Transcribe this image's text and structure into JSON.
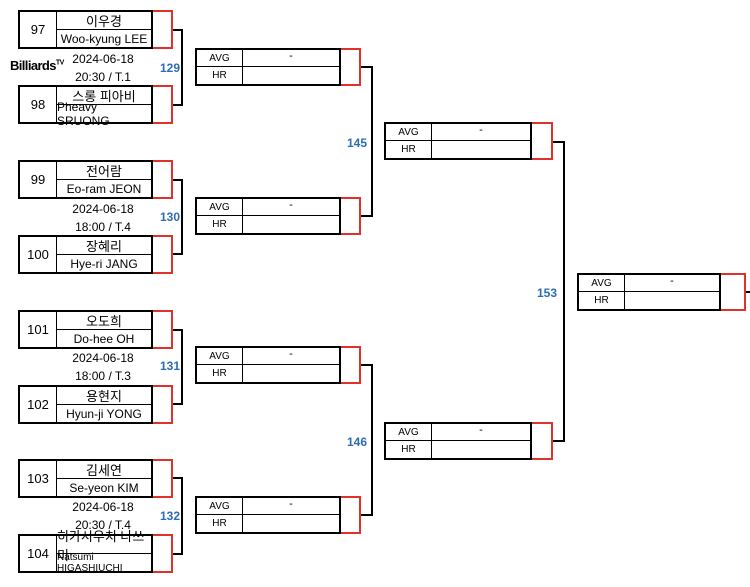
{
  "logo": {
    "text": "Billiards",
    "sup": "TV"
  },
  "labels": {
    "avg": "AVG",
    "hr": "HR"
  },
  "players": [
    {
      "seed": "97",
      "name_ko": "이우경",
      "name_en": "Woo-kyung LEE"
    },
    {
      "seed": "98",
      "name_ko": "스롱 피아비",
      "name_en": "Pheavy SRUONG"
    },
    {
      "seed": "99",
      "name_ko": "전어람",
      "name_en": "Eo-ram JEON"
    },
    {
      "seed": "100",
      "name_ko": "장혜리",
      "name_en": "Hye-ri JANG"
    },
    {
      "seed": "101",
      "name_ko": "오도희",
      "name_en": "Do-hee OH"
    },
    {
      "seed": "102",
      "name_ko": "용현지",
      "name_en": "Hyun-ji YONG"
    },
    {
      "seed": "103",
      "name_ko": "김세연",
      "name_en": "Se-yeon KIM"
    },
    {
      "seed": "104",
      "name_ko": "히가시우치 나쓰미",
      "name_en": "Natsumi HIGASHIUCHI"
    }
  ],
  "matches_r1": [
    {
      "number": "129",
      "date": "2024-06-18",
      "time": "20:30 / T.1",
      "value": "-"
    },
    {
      "number": "130",
      "date": "2024-06-18",
      "time": "18:00 / T.4",
      "value": "-"
    },
    {
      "number": "131",
      "date": "2024-06-18",
      "time": "18:00 / T.3",
      "value": "-"
    },
    {
      "number": "132",
      "date": "2024-06-18",
      "time": "20:30 / T.4",
      "value": "-"
    }
  ],
  "matches_r2": [
    {
      "number": "145",
      "value": "-"
    },
    {
      "number": "146",
      "value": "-"
    }
  ],
  "matches_r3": [
    {
      "number": "153",
      "value": "-"
    }
  ]
}
